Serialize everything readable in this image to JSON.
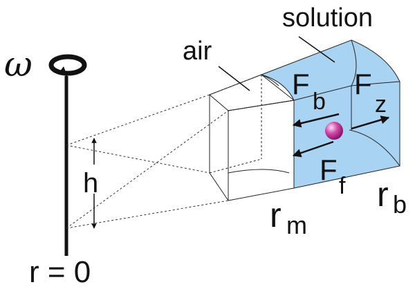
{
  "labels": {
    "omega": "ω",
    "solution": "solution",
    "air": "air",
    "h": "h",
    "r0": "r = 0",
    "rm_main": "r",
    "rm_sub": "m",
    "rb_main": "r",
    "rb_sub": "b",
    "fb_main": "F",
    "fb_sub": "b",
    "fz_main": "F",
    "fz_sub": "z",
    "ff_main": "F",
    "ff_sub": "f"
  },
  "colors": {
    "solution_fill": "#a9d3f2",
    "line": "#111111",
    "particle_light": "#f4b8e6",
    "particle_dark": "#8a0d6a"
  },
  "icons": {
    "rotation": "rotation-arrow-icon"
  }
}
